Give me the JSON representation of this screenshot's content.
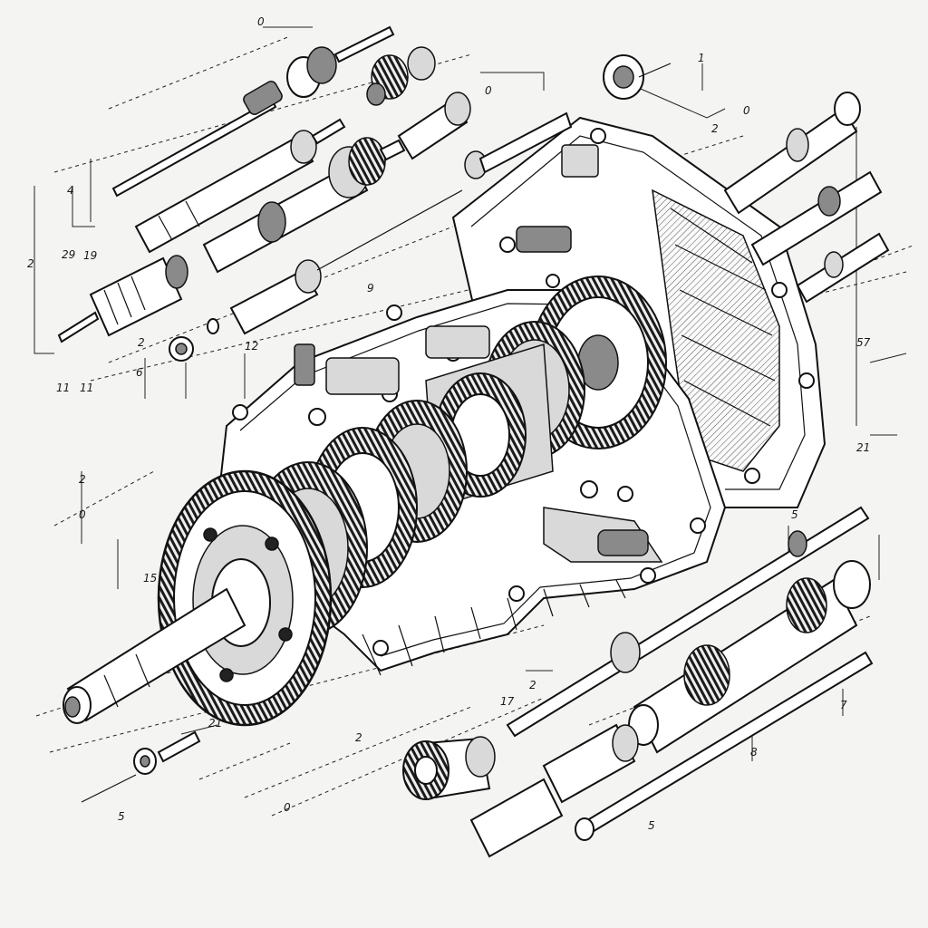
{
  "diagram": {
    "labels": [
      {
        "id": "l1",
        "text": "0"
      },
      {
        "id": "l2",
        "text": "0"
      },
      {
        "id": "l3",
        "text": "1"
      },
      {
        "id": "l4",
        "text": "0"
      },
      {
        "id": "l5",
        "text": "2"
      },
      {
        "id": "l6",
        "text": "4"
      },
      {
        "id": "l7",
        "text": "2"
      },
      {
        "id": "l8",
        "text": "29"
      },
      {
        "id": "l9",
        "text": "19"
      },
      {
        "id": "l10",
        "text": "9"
      },
      {
        "id": "l11",
        "text": "2"
      },
      {
        "id": "l12",
        "text": "6"
      },
      {
        "id": "l13",
        "text": "12"
      },
      {
        "id": "l14",
        "text": "11"
      },
      {
        "id": "l15",
        "text": "11"
      },
      {
        "id": "l16",
        "text": "57"
      },
      {
        "id": "l17",
        "text": "21"
      },
      {
        "id": "l18",
        "text": "2"
      },
      {
        "id": "l19",
        "text": "0"
      },
      {
        "id": "l20",
        "text": "15"
      },
      {
        "id": "l21",
        "text": "5"
      },
      {
        "id": "l22",
        "text": "7"
      },
      {
        "id": "l23",
        "text": "8"
      },
      {
        "id": "l24",
        "text": "17"
      },
      {
        "id": "l25",
        "text": "2"
      },
      {
        "id": "l26",
        "text": "21"
      },
      {
        "id": "l27",
        "text": "2"
      },
      {
        "id": "l28",
        "text": "0"
      },
      {
        "id": "l29",
        "text": "5"
      },
      {
        "id": "l30",
        "text": "5"
      }
    ],
    "palette": {
      "ink": "#111111",
      "paper": "#f4f4f3",
      "shade": "#8a8a8a"
    }
  }
}
